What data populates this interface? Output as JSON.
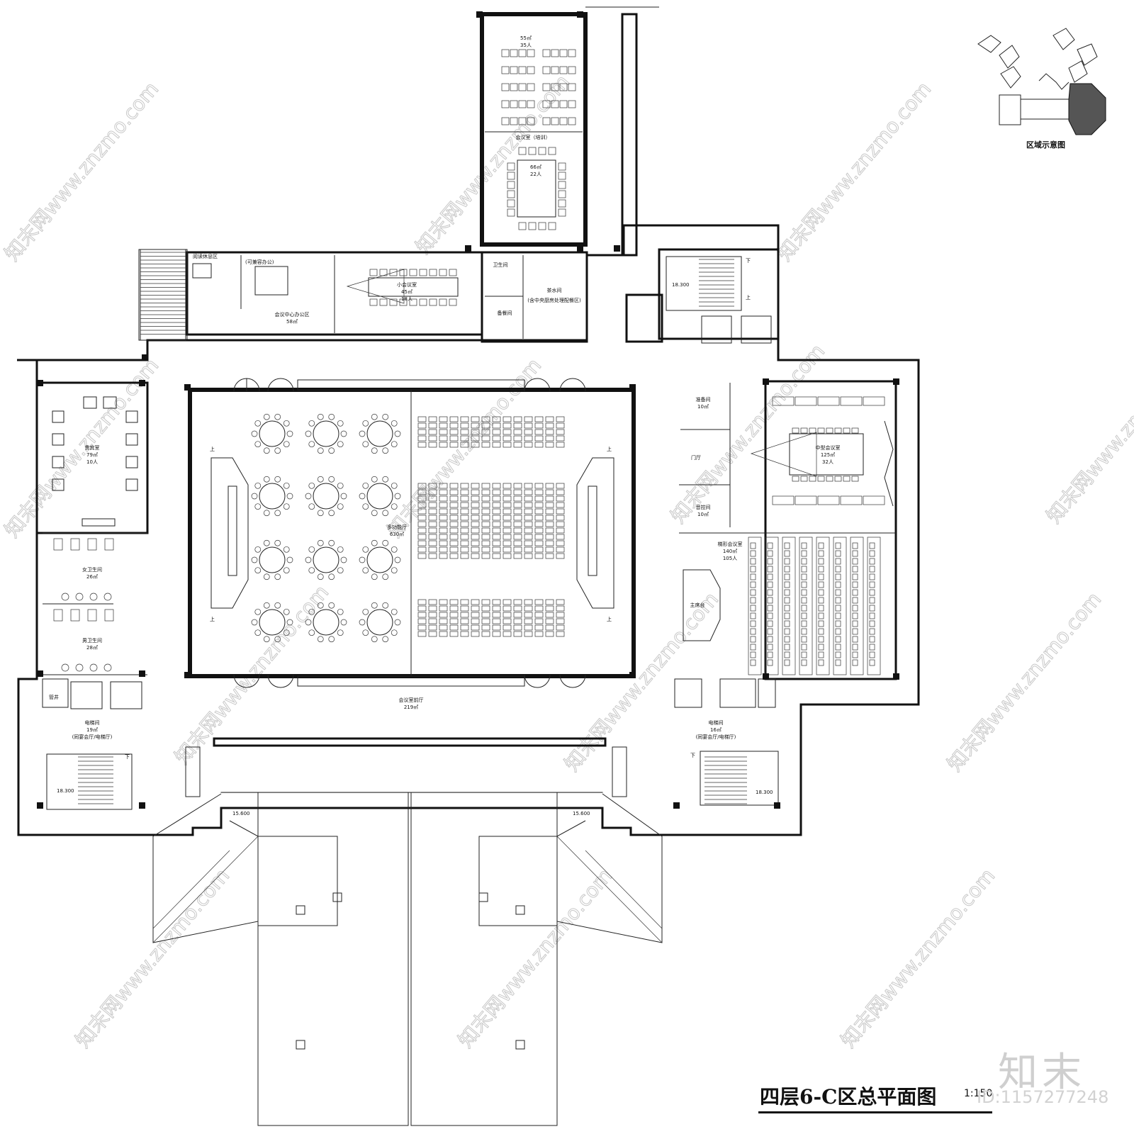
{
  "drawing": {
    "title": "四层6-C区总平面图",
    "scale": "1:150",
    "key_plan_label": "区域示意图",
    "brand_watermark": "知末",
    "image_id": "ID:1157277248",
    "site_watermark": "知末网www.znzmo.com"
  },
  "rooms": {
    "meeting_large_area": "55㎡",
    "meeting_large_cap": "35人",
    "meeting_mid_name": "会议室（培训）",
    "meeting_mid_area": "66㎡",
    "meeting_mid_cap": "22人",
    "office_name": "会议中心办公区",
    "office_area": "58㎡",
    "office_sub": "(可兼容办公)",
    "small_meeting_name": "小会议室",
    "small_meeting_area": "45㎡",
    "small_meeting_cap": "18人",
    "wc": "卫生间",
    "storage": "备餐间",
    "tea": "茶水间",
    "tea_sub": "(含中央厨房处理配餐区)",
    "vip_name": "贵宾室",
    "vip_area": "79㎡",
    "vip_cap": "10人",
    "female_wc": "女卫生间",
    "female_wc_area": "26㎡",
    "male_wc": "男卫生间",
    "male_wc_area": "28㎡",
    "multi_hall": "多功能厅",
    "multi_hall_area": "630㎡",
    "foyer": "会议室前厅",
    "foyer_area": "219㎡",
    "prep": "准备间",
    "prep_area": "10㎡",
    "lobby": "门厅",
    "sound": "音控间",
    "sound_area": "10㎡",
    "medium_meeting": "中型会议室",
    "medium_meeting_area": "125㎡",
    "medium_meeting_cap": "32人",
    "tiered_meeting": "梯形会议室",
    "tiered_meeting_area": "140㎡",
    "tiered_meeting_cap": "105人",
    "stage": "主席台",
    "elevator_left": "电梯间",
    "elevator_left_area": "19㎡",
    "elevator_left_sub": "(同宴会厅/电梯厅)",
    "elevator_right": "电梯间",
    "elevator_right_area": "16㎡",
    "elevator_right_sub": "(同宴会厅/电梯厅)",
    "shaft": "管井",
    "stair_down": "下",
    "stair_up": "上",
    "level_a": "18.300",
    "level_b": "18.300",
    "level_c": "18.300",
    "level_d": "15.600",
    "level_e": "15.600"
  }
}
